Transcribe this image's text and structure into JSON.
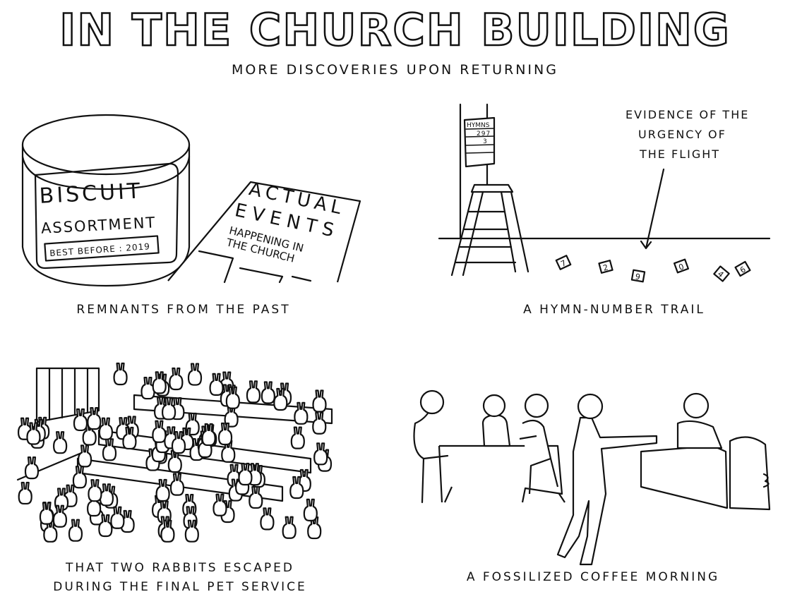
{
  "title": "IN THE CHURCH BUILDING",
  "subtitle": "MORE DISCOVERIES UPON RETURNING",
  "panels": [
    {
      "caption": "REMNANTS FROM THE PAST",
      "tin": {
        "line1": "BISCUIT",
        "line2": "ASSORTMENT",
        "label": "BEST BEFORE : 2019"
      },
      "newsletter": {
        "line1": "ACTUAL",
        "line2": "EVENTS",
        "line3": "HAPPENING IN",
        "line4": "THE CHURCH"
      }
    },
    {
      "caption": "A HYMN-NUMBER TRAIL",
      "annotation": [
        "EVIDENCE OF THE",
        "URGENCY OF",
        "THE FLIGHT"
      ],
      "hymn_board": {
        "header": "HYMNS",
        "row1": "297",
        "row2": "3"
      },
      "floor_cards": [
        "7",
        "2",
        "9",
        "0",
        "4",
        "6"
      ]
    },
    {
      "caption_line1": "THAT TWO RABBITS ESCAPED",
      "caption_line2": "DURING THE FINAL PET SERVICE"
    },
    {
      "caption": "A FOSSILIZED COFFEE MORNING"
    }
  ]
}
